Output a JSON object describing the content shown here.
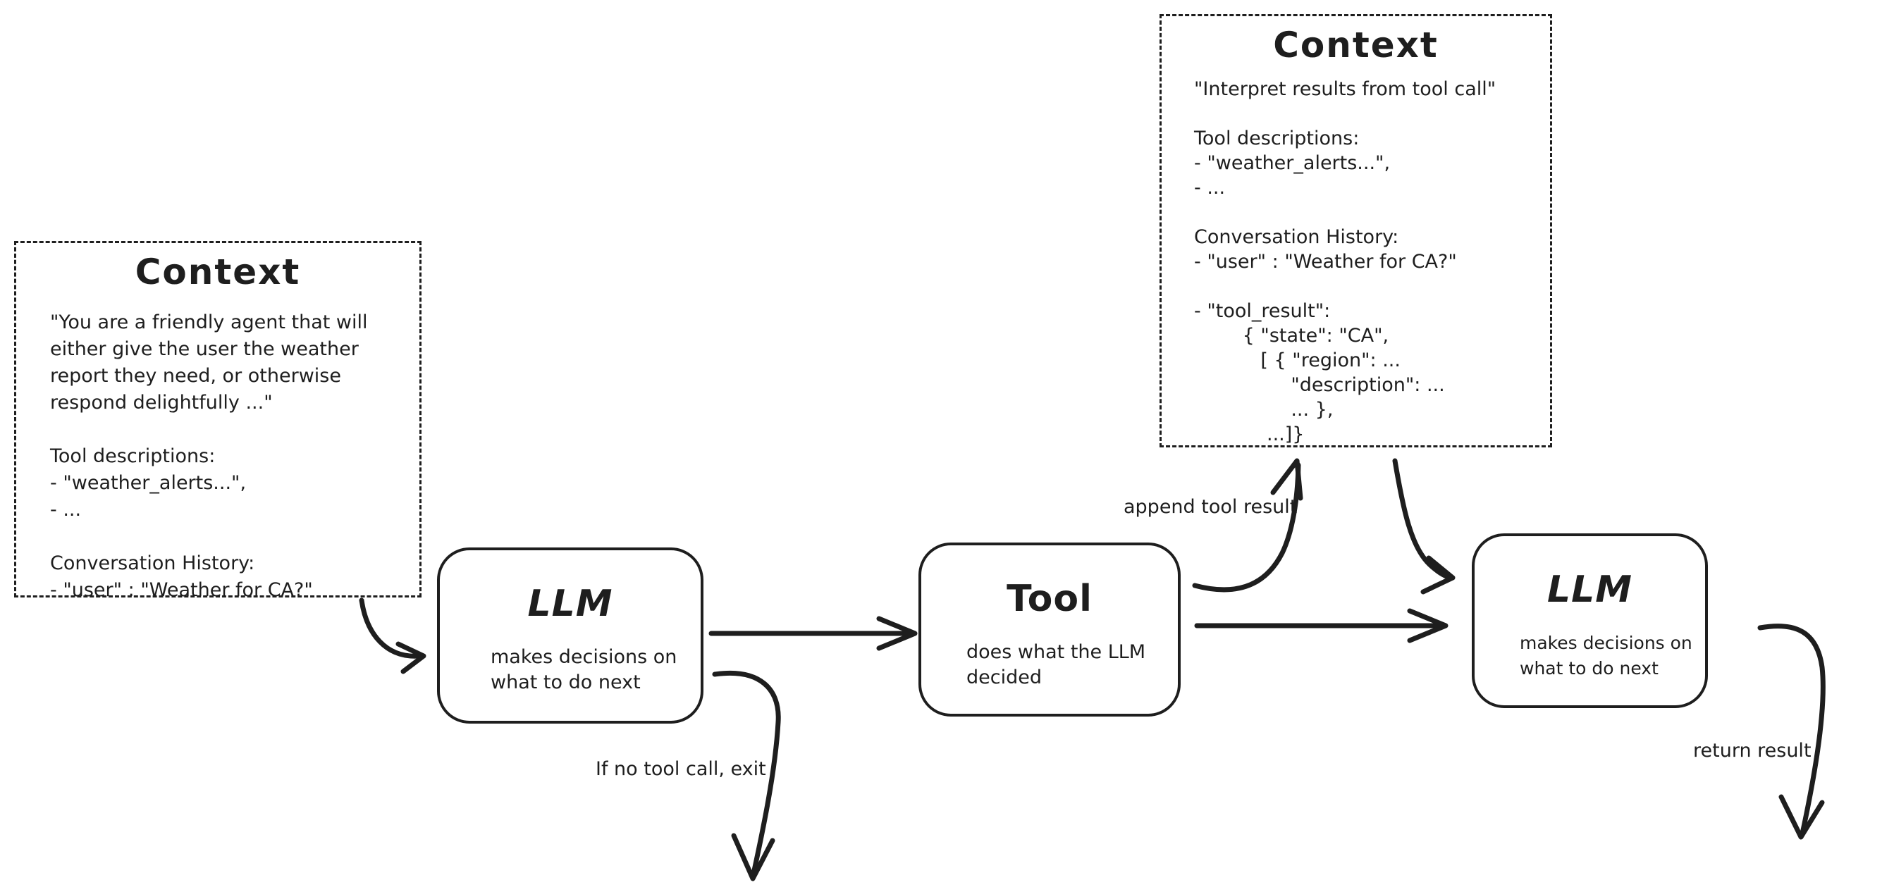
{
  "colors": {
    "stroke": "#1e1e1e",
    "background": "#ffffff"
  },
  "left_context": {
    "title": "Context",
    "body": "\"You are a friendly agent that will\neither give the user the weather\nreport they need, or otherwise\nrespond delightfully ...\"\n\nTool descriptions:\n- \"weather_alerts...\",\n- ...\n\nConversation History:\n- \"user\" : \"Weather for CA?\""
  },
  "top_context": {
    "title": "Context",
    "body": "\"Interpret results from tool call\"\n\nTool descriptions:\n- \"weather_alerts...\",\n- ...\n\nConversation History:\n- \"user\" : \"Weather for CA?\"\n\n- \"tool_result\":\n        { \"state\": \"CA\",\n           [ { \"region\": ...\n                \"description\": ...\n                ... },\n            ...]}"
  },
  "nodes": {
    "llm1": {
      "title": "LLM",
      "subtitle": "makes decisions on\nwhat to do next"
    },
    "tool": {
      "title": "Tool",
      "subtitle": "does what the LLM\ndecided"
    },
    "llm2": {
      "title": "LLM",
      "subtitle": "makes decisions on\nwhat to do next"
    }
  },
  "edge_labels": {
    "append_tool_result": "append tool result",
    "if_no_tool_call_exit": "If no tool call, exit",
    "return_result": "return result"
  }
}
